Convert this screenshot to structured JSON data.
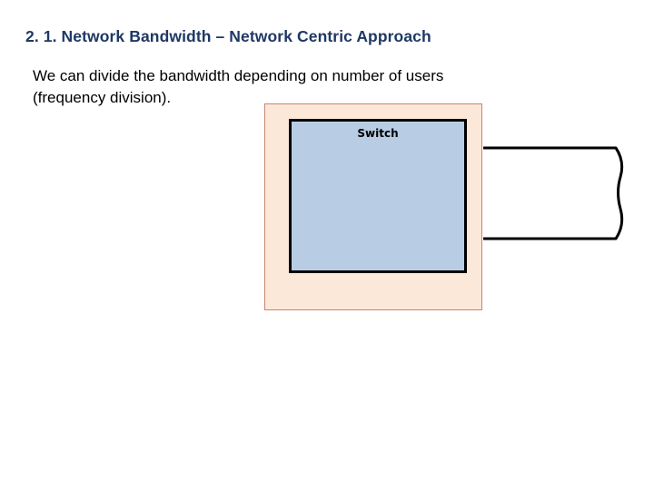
{
  "slide": {
    "title": "2. 1. Network Bandwidth – Network Centric Approach",
    "body_line1": "We can divide the bandwidth depending on number of users",
    "body_line2": "(frequency division).",
    "diagram": {
      "switch_label": "Switch",
      "outer_box_color": "#fce8d9",
      "switch_box_color": "#b8cce4",
      "outline_color": "#000000",
      "title_color": "#1f3864"
    }
  }
}
